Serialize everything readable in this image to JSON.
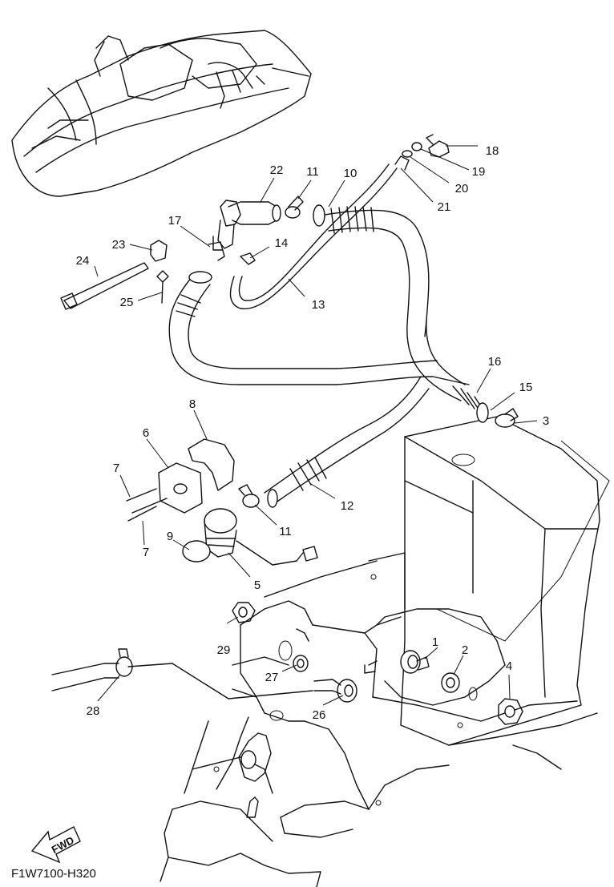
{
  "diagram": {
    "drawing_code": "F1W7100-H320",
    "direction_label": "FWD",
    "callouts": [
      {
        "id": "c1",
        "text": "1"
      },
      {
        "id": "c2",
        "text": "2"
      },
      {
        "id": "c3",
        "text": "3"
      },
      {
        "id": "c4",
        "text": "4"
      },
      {
        "id": "c5",
        "text": "5"
      },
      {
        "id": "c6",
        "text": "6"
      },
      {
        "id": "c7a",
        "text": "7"
      },
      {
        "id": "c7b",
        "text": "7"
      },
      {
        "id": "c8",
        "text": "8"
      },
      {
        "id": "c9",
        "text": "9"
      },
      {
        "id": "c10",
        "text": "10"
      },
      {
        "id": "c11a",
        "text": "11"
      },
      {
        "id": "c11b",
        "text": "11"
      },
      {
        "id": "c12",
        "text": "12"
      },
      {
        "id": "c13",
        "text": "13"
      },
      {
        "id": "c14",
        "text": "14"
      },
      {
        "id": "c15",
        "text": "15"
      },
      {
        "id": "c16",
        "text": "16"
      },
      {
        "id": "c17",
        "text": "17"
      },
      {
        "id": "c18",
        "text": "18"
      },
      {
        "id": "c19",
        "text": "19"
      },
      {
        "id": "c20",
        "text": "20"
      },
      {
        "id": "c21",
        "text": "21"
      },
      {
        "id": "c22",
        "text": "22"
      },
      {
        "id": "c23",
        "text": "23"
      },
      {
        "id": "c24",
        "text": "24"
      },
      {
        "id": "c25",
        "text": "25"
      },
      {
        "id": "c26",
        "text": "26"
      },
      {
        "id": "c27",
        "text": "27"
      },
      {
        "id": "c28",
        "text": "28"
      },
      {
        "id": "c29",
        "text": "29"
      }
    ]
  }
}
